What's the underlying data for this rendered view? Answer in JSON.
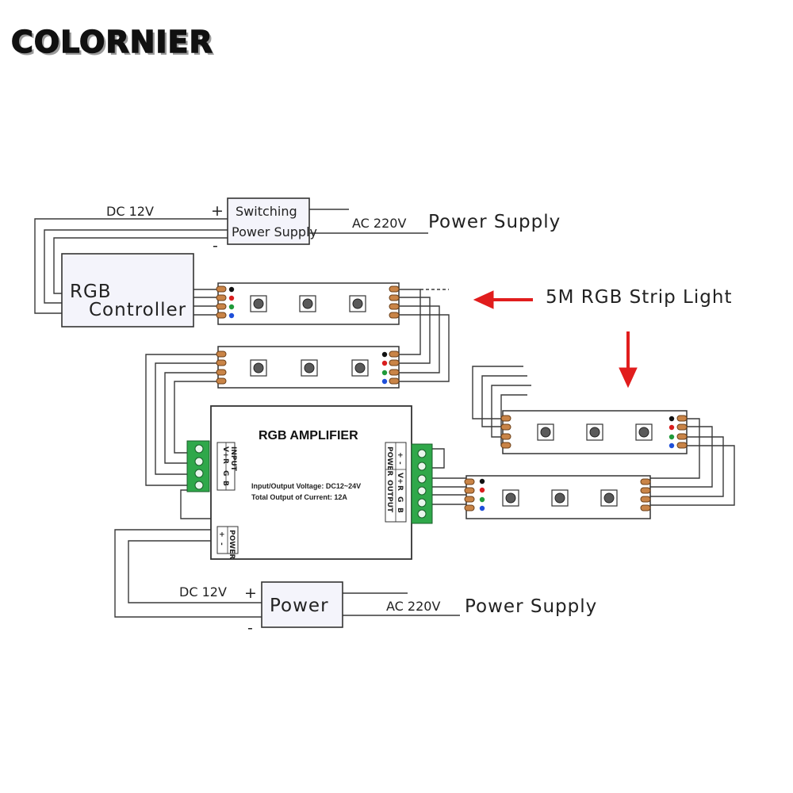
{
  "brand": {
    "name": "COLORNIER"
  },
  "switching_supply": {
    "line1": "Switching",
    "line2": "Power Supply",
    "dc_label": "DC 12V",
    "plus": "+",
    "minus": "-",
    "ac_label": "AC 220V",
    "ps_label": "Power Supply"
  },
  "controller": {
    "line1": "RGB",
    "line2": "Controller"
  },
  "strip_label": "5M RGB Strip Light",
  "amplifier": {
    "title": "RGB AMPLIFIER",
    "spec1": "Input/Output Voltage: DC12~24V",
    "spec2": "Total Output of Current: 12A",
    "input_label": "INPUT",
    "input_pins": [
      "V+",
      "R",
      "G",
      "B"
    ],
    "output_label": "OUTPUT",
    "output_pins": [
      "V+",
      "R",
      "G",
      "B"
    ],
    "power_label": "POWER",
    "power_pins": [
      "+",
      "-"
    ],
    "power_bottom_label": "POWER",
    "power_bottom_pins": [
      "+",
      "-"
    ]
  },
  "power_unit": {
    "label": "Power",
    "dc_label": "DC 12V",
    "plus": "+",
    "minus": "-",
    "ac_label": "AC 220V",
    "ps_label": "Power Supply"
  },
  "colors": {
    "arrow": "#e11d1d",
    "terminal": "#2fa84a",
    "pad": "#c98447",
    "dot_black": "#111111",
    "dot_red": "#d91e1e",
    "dot_green": "#1f9a3a",
    "dot_blue": "#1e4fd9"
  }
}
